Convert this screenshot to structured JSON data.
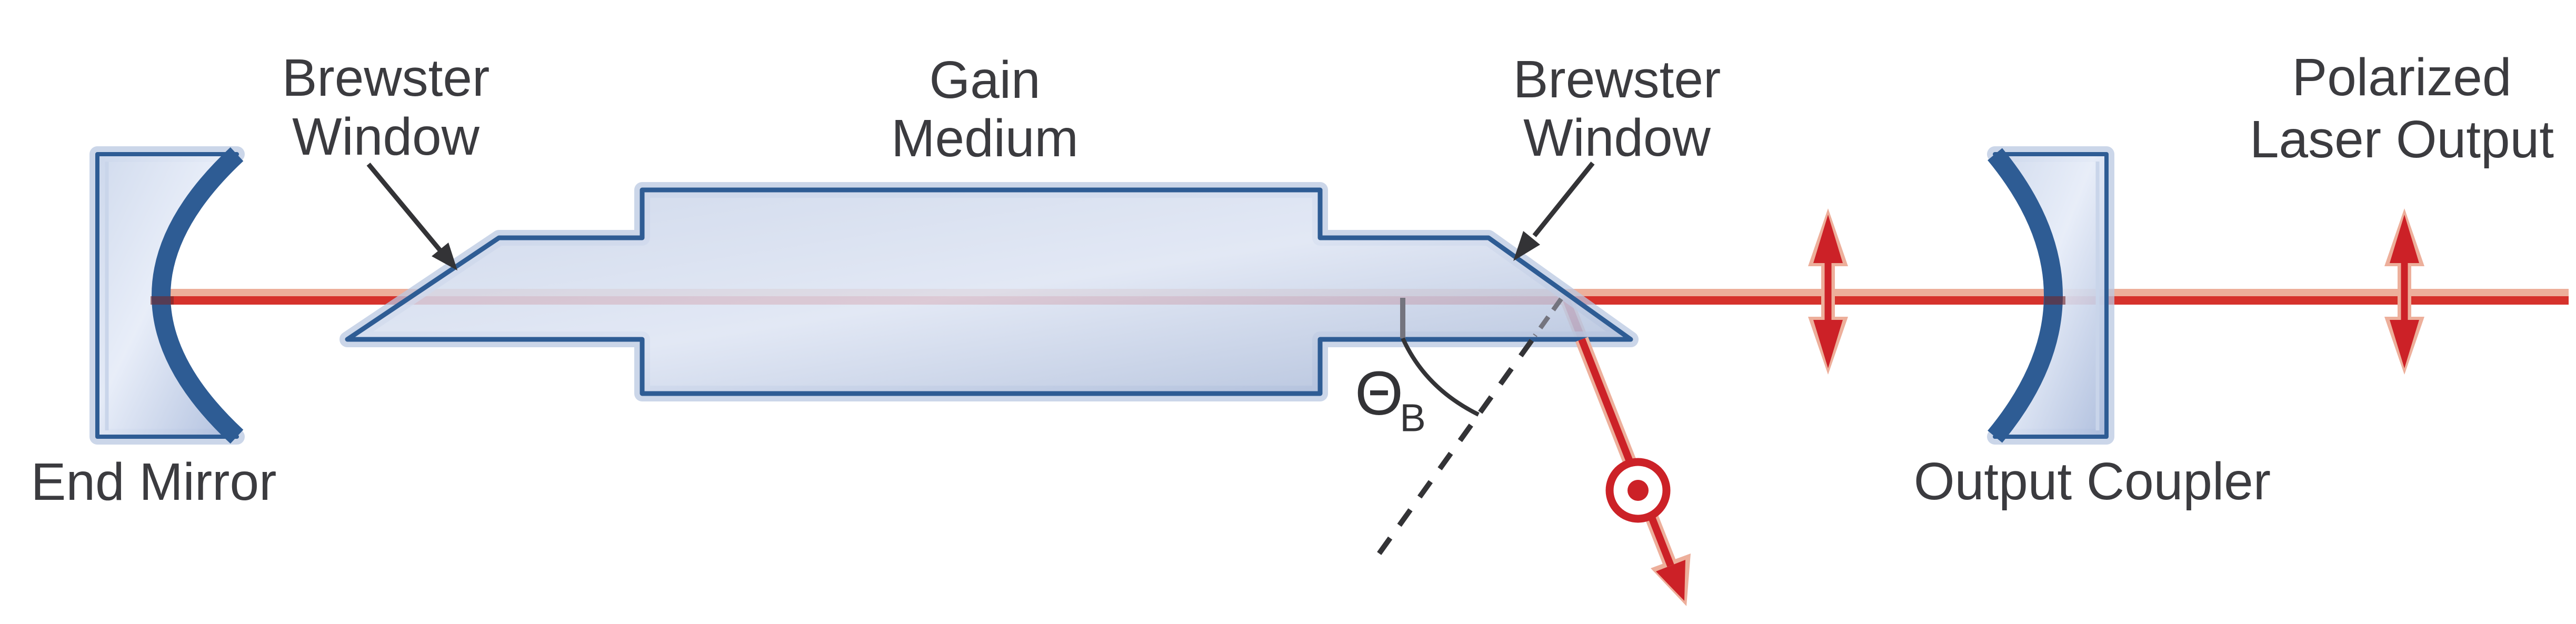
{
  "diagram": {
    "labels": {
      "brewster_window_left": [
        "Brewster",
        "Window"
      ],
      "gain_medium": [
        "Gain",
        "Medium"
      ],
      "brewster_window_right": [
        "Brewster",
        "Window"
      ],
      "end_mirror": "End Mirror",
      "output_coupler": "Output Coupler",
      "polarized_laser_output": [
        "Polarized",
        "Laser Output"
      ],
      "brewster_angle_symbol": "Θ",
      "brewster_angle_subscript": "B"
    },
    "colors": {
      "glass_outline": "#2e5c94",
      "glass_fill_light": "#dde4f3",
      "glass_fill_mid": "#c8d3e8",
      "glass_fill_dark": "#a3b4d4",
      "glass_halo": "#bac8e2",
      "beam_red": "#d6322c",
      "beam_salmon": "#edaf9b",
      "ray_red": "#cc2127",
      "annotation_dark": "#333336",
      "normal_gray": "#74747e",
      "text": "#3b3b3f"
    }
  }
}
